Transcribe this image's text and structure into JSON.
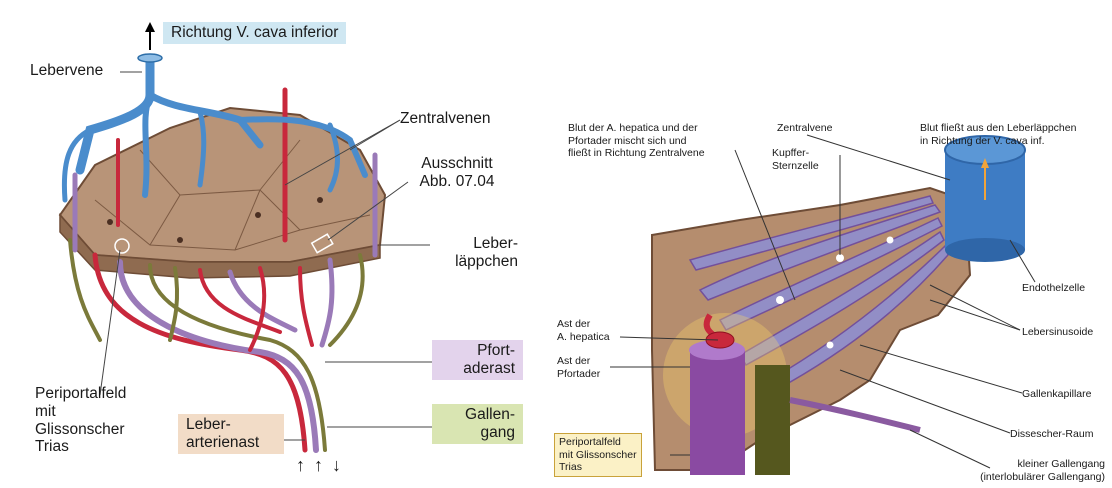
{
  "left": {
    "direction_label": "Richtung V. cava inferior",
    "lebervene": "Lebervene",
    "zentralvenen": "Zentralvenen",
    "ausschnitt_1": "Ausschnitt",
    "ausschnitt_2": "Abb. 07.04",
    "leberlaeppchen_1": "Leber-",
    "leberlaeppchen_2": "läppchen",
    "periportal_1": "Periportalfeld",
    "periportal_2": "mit",
    "periportal_3": "Glissonscher",
    "periportal_4": "Trias",
    "pfortaderast_1": "Pfort-",
    "pfortaderast_2": "aderast",
    "gallengang_1": "Gallen-",
    "gallengang_2": "gang",
    "leberarterienast_1": "Leber-",
    "leberarterienast_2": "arterienast",
    "flow_arrows": "↑ ↑ ↓"
  },
  "right": {
    "blut_mischt_1": "Blut der A. hepatica und der",
    "blut_mischt_2": "Pfortader mischt sich und",
    "blut_mischt_3": "fließt in Richtung Zentralvene",
    "zentralvene": "Zentralvene",
    "kupffer_1": "Kupffer-",
    "kupffer_2": "Sternzelle",
    "blut_fliesst_1": "Blut fließt aus den Leberläppchen",
    "blut_fliesst_2": "in Richtung der V. cava inf.",
    "endothelzelle": "Endothelzelle",
    "lebersinusoide": "Lebersinusoide",
    "ast_hepatica_1": "Ast der",
    "ast_hepatica_2": "A. hepatica",
    "ast_pfortader_1": "Ast der",
    "ast_pfortader_2": "Pfortader",
    "gallenkapillare": "Gallenkapillare",
    "dissescher": "Dissescher-Raum",
    "periportal_1": "Periportalfeld",
    "periportal_2": "mit Glissonscher",
    "periportal_3": "Trias",
    "kleiner_1": "kleiner Gallengang",
    "kleiner_2": "(interlobulärer Gallengang)"
  },
  "colors": {
    "vein_blue": "#4a8ccc",
    "artery_red": "#c8283c",
    "portal_purple": "#9a7ab8",
    "bile_green": "#7b7a3a",
    "tissue_brown": "#b08b6c",
    "label_blue_bg": "#cfe7f2",
    "label_purple_bg": "#e3d3ec",
    "label_green_bg": "#d9e5b2",
    "label_tan_bg": "#f2dcc7",
    "label_yellow_bg": "#fbf1c6"
  }
}
